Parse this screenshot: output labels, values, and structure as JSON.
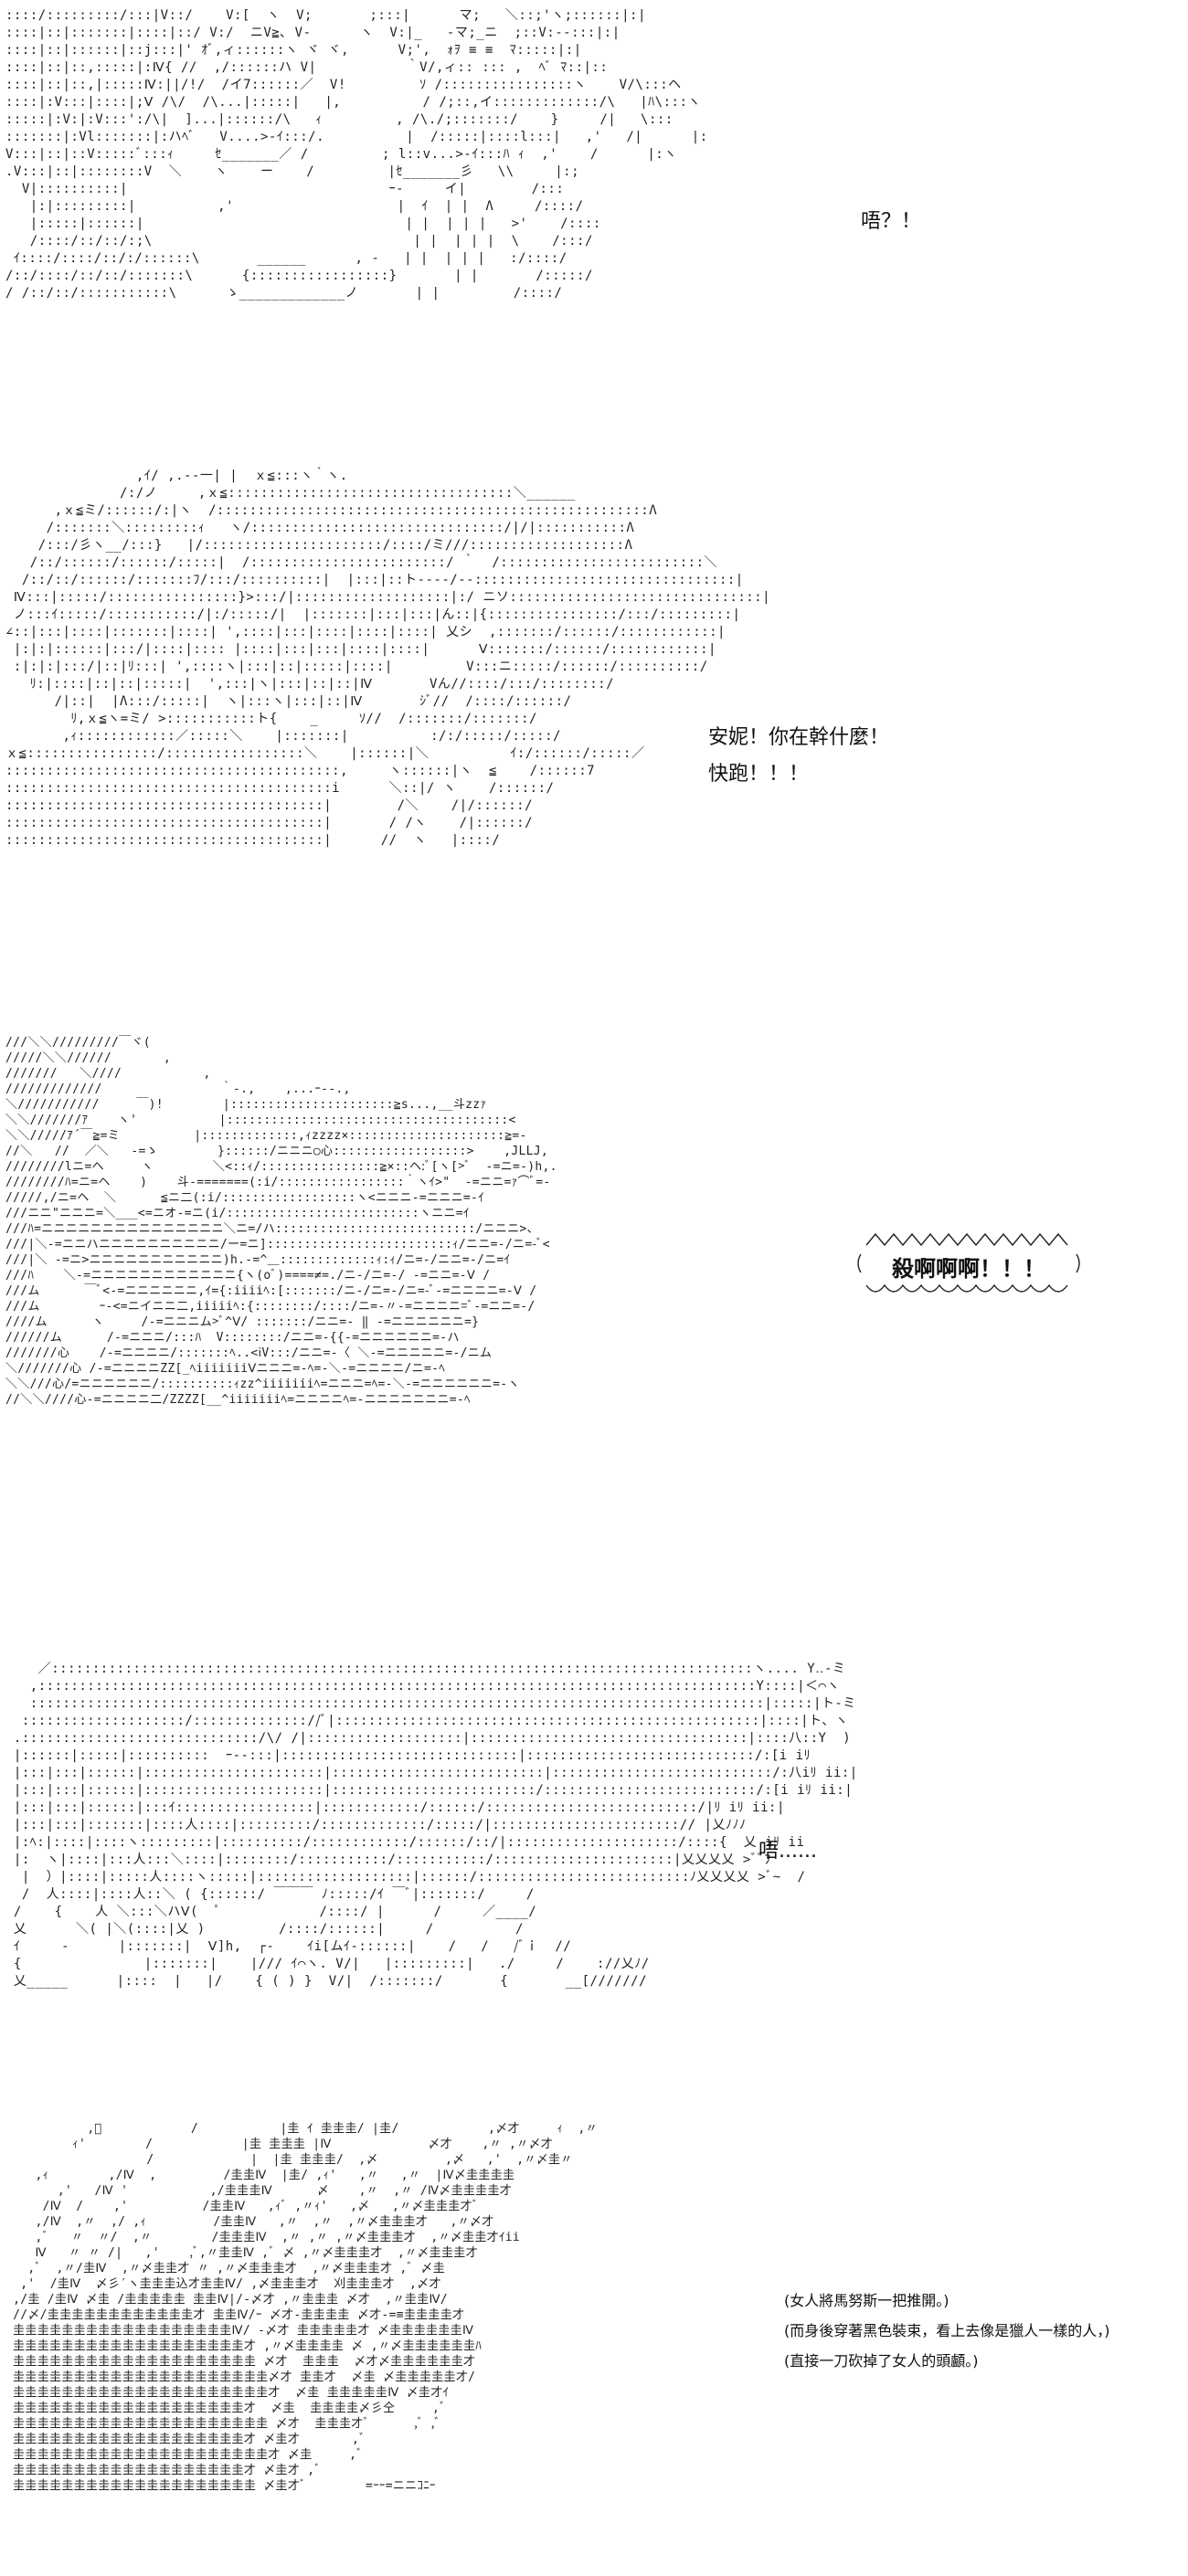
{
  "panels": [
    {
      "id": "panel-1",
      "lines": [
        "唔？！"
      ]
    },
    {
      "id": "panel-2",
      "lines": [
        "安妮！你在幹什麼！",
        "快跑！！！"
      ]
    },
    {
      "id": "panel-3",
      "lines": [
        "殺啊啊啊！！！"
      ]
    },
    {
      "id": "panel-4",
      "lines": [
        "唔......"
      ]
    },
    {
      "id": "panel-5",
      "lines": [
        "(女人將馬努斯一把推開。)",
        "(而身後穿著黑色裝束，看上去像是獵人一樣的人，)",
        "(直接一刀砍掉了女人的頭顱。)"
      ]
    }
  ]
}
